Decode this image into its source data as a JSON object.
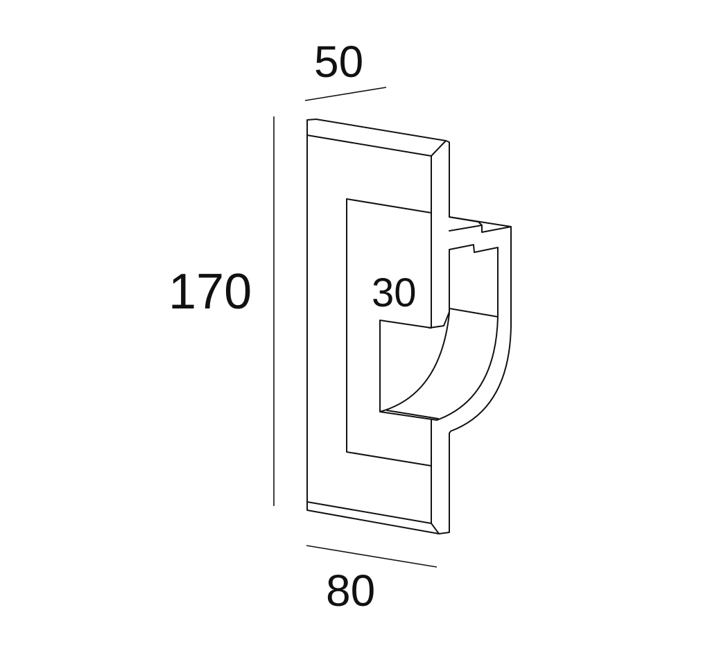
{
  "dimensions": {
    "depth": "50",
    "height": "170",
    "inner": "30",
    "width": "80"
  }
}
